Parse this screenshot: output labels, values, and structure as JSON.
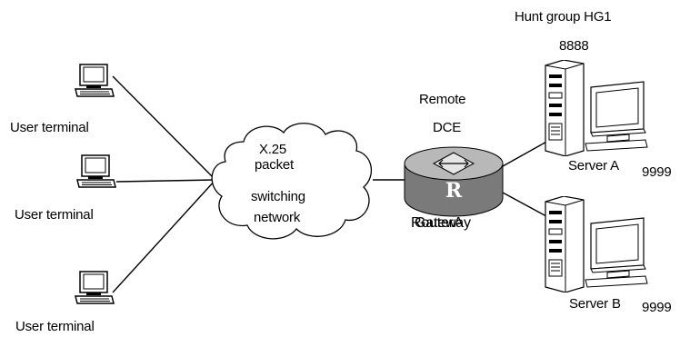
{
  "nodes": {
    "terminals": [
      {
        "label": "User terminal"
      },
      {
        "label": "User terminal"
      },
      {
        "label": "User terminal"
      }
    ],
    "cloud": {
      "line1": "X.25",
      "line2": "packet",
      "line3": "switching",
      "line4": "network"
    },
    "router": {
      "top_label_1": "Remote",
      "top_label_2": "DCE",
      "name_a": "RouterA",
      "name_b": "Gateway"
    },
    "hunt_group": {
      "title": "Hunt group HG1",
      "number": "8888"
    },
    "server_a": {
      "label": "Server A",
      "number": "9999"
    },
    "server_b": {
      "label": "Server B",
      "number": "9999"
    }
  },
  "colors": {
    "line": "#000000",
    "router_body": "#7a7a7a",
    "router_top": "#b8b8b8",
    "cloud_fill": "#ffffff"
  }
}
